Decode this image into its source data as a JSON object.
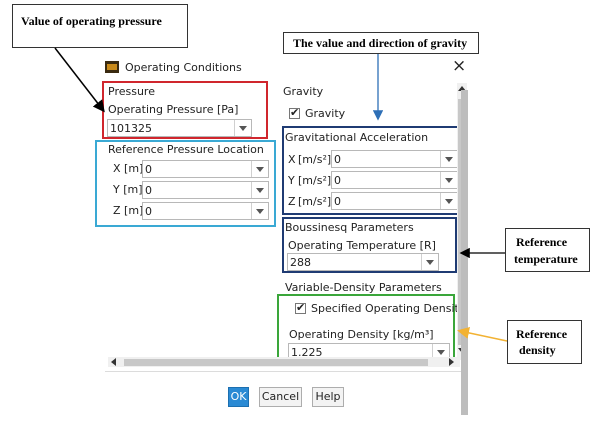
{
  "annotations": {
    "operating_pressure": "Value of operating pressure",
    "gravity": "The value and direction of gravity",
    "ref_temperature": [
      "Reference",
      "temperature"
    ],
    "ref_density": [
      "Reference",
      "density"
    ]
  },
  "dialog": {
    "title": "Operating Conditions",
    "close": "×",
    "pressure": {
      "heading": "Pressure",
      "op_label": "Operating Pressure [Pa]",
      "op_value": "101325"
    },
    "ref_location": {
      "heading": "Reference Pressure Location",
      "x_label": "X [m]",
      "x_value": "0",
      "y_label": "Y [m]",
      "y_value": "0",
      "z_label": "Z [m]",
      "z_value": "0"
    },
    "gravity": {
      "heading": "Gravity",
      "checkbox_label": "Gravity",
      "accel_heading": "Gravitational Acceleration",
      "unit": "[m/s²]",
      "x_axis": "X",
      "x_value": "0",
      "y_axis": "Y",
      "y_value": "0",
      "z_axis": "Z",
      "z_value": "0"
    },
    "boussinesq": {
      "heading": "Boussinesq Parameters",
      "temp_label": "Operating Temperature [R]",
      "temp_value": "288"
    },
    "variable_density": {
      "heading": "Variable-Density Parameters",
      "checkbox_label": "Specified Operating Density",
      "density_label": "Operating Density [kg/m³]",
      "density_value": "1.225"
    },
    "buttons": {
      "ok": "OK",
      "cancel": "Cancel",
      "help": "Help"
    }
  },
  "colors": {
    "pressure_box": "#d0262d",
    "ref_location_box": "#3aa9d4",
    "gravity_box": "#1f3b73",
    "boussinesq_box": "#1f3b73",
    "density_box": "#3aa63a",
    "gravity_arrow": "#2e6fb6",
    "density_arrow": "#f2b233",
    "ok_button": "#2a8ad4"
  }
}
